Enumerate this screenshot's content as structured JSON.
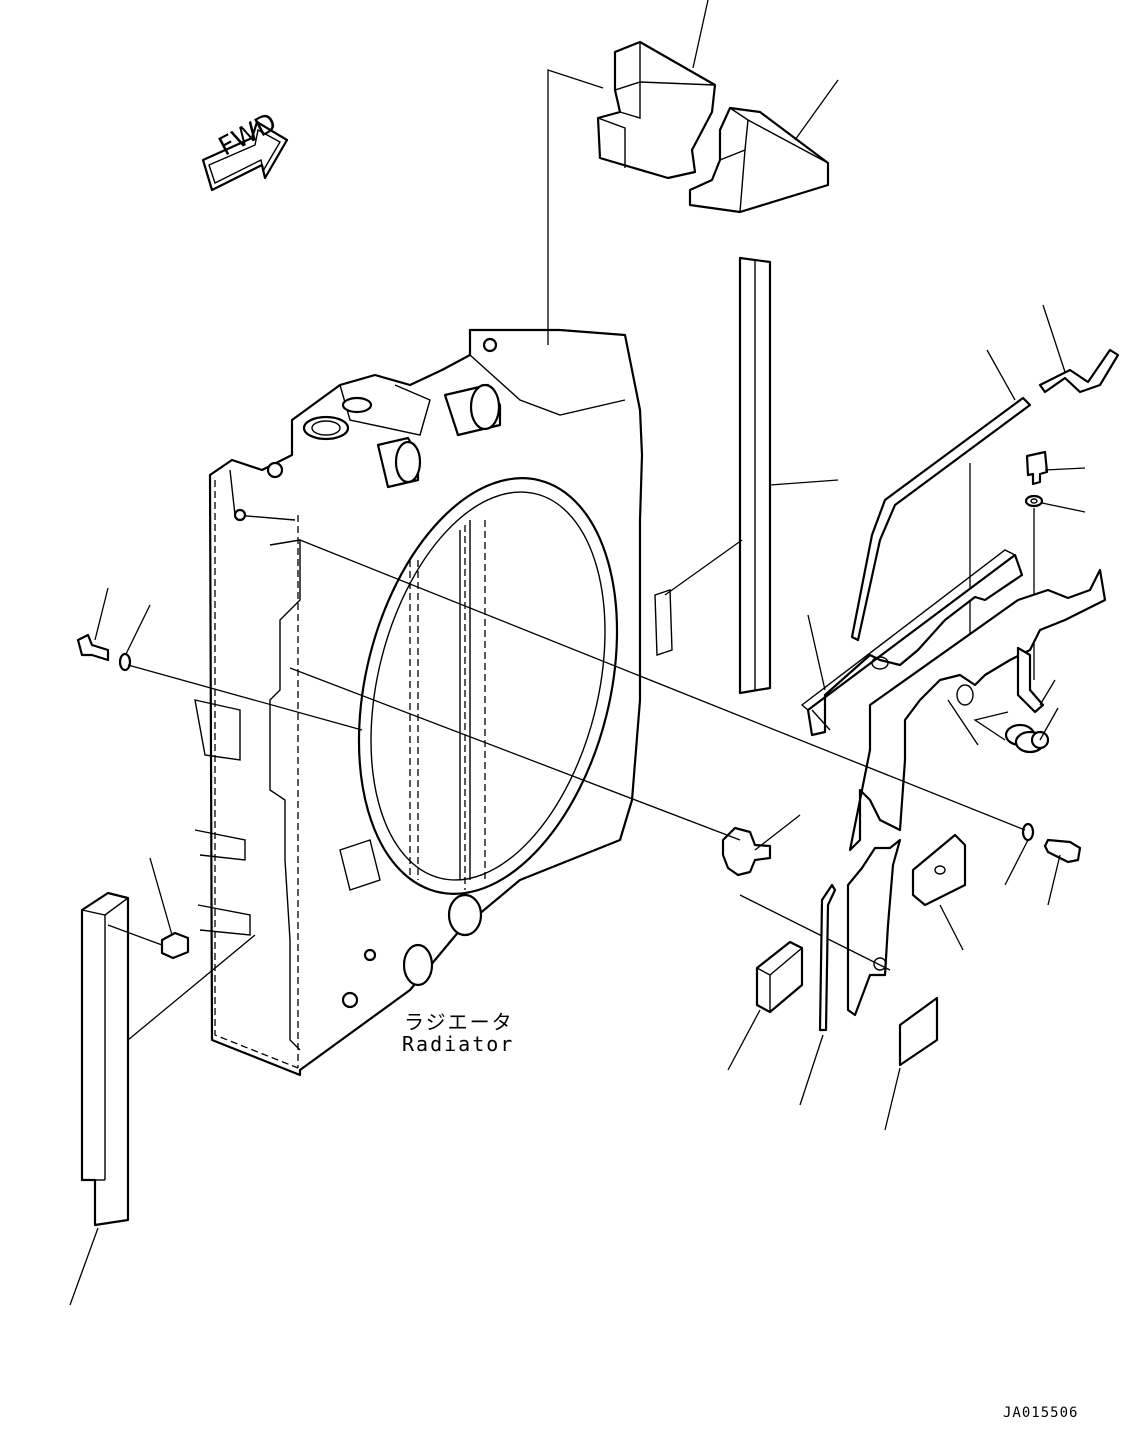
{
  "direction_marker": {
    "text": "FWD",
    "icon": "forward-arrow-icon"
  },
  "main_part": {
    "label_jp": "ラジエータ",
    "label_en": "Radiator"
  },
  "drawing_number": "JA015506"
}
